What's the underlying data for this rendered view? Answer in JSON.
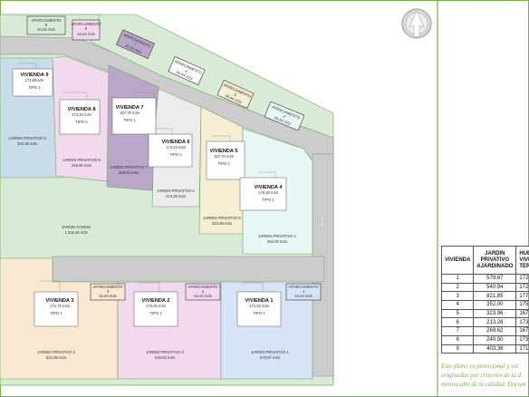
{
  "parking": [
    {
      "label": "APARCAMIENTO",
      "number": "9",
      "area": "44,44 m2s"
    },
    {
      "label": "APARCAMIENTO",
      "number": "8",
      "area": "44,44 m2s"
    },
    {
      "label": "APARCAMIENTO",
      "number": "7",
      "area": "44,44 m2s"
    },
    {
      "label": "APARCAMIENTO",
      "number": "6",
      "area": "44,44 m2s"
    },
    {
      "label": "APARCAMIENTO",
      "number": "5",
      "area": "44,44 m2s"
    },
    {
      "label": "APARCAMIENTO",
      "number": "4",
      "area": "44,44 m2s"
    },
    {
      "label": "APARCAMIENTO",
      "number": "3",
      "area": "44,44 m2s"
    },
    {
      "label": "APARCAMIENTO",
      "number": "2",
      "area": "44,44 m2s"
    },
    {
      "label": "APARCAMIENTO",
      "number": "1",
      "area": "44,44 m2s"
    }
  ],
  "houses": [
    {
      "name": "VIVIENDA 9",
      "area": "171,60m2s",
      "type": "TIPO 2",
      "garden_label": "JARDIN PRIVATIVO 9",
      "garden_area": "403,36 m2s"
    },
    {
      "name": "VIVIENDA 8",
      "area": "173,20 m2s",
      "type": "TIPO 3",
      "garden_label": "JARDIN PRIVATIVO 8",
      "garden_area": "240,50 m2s"
    },
    {
      "name": "VIVIENDA 7",
      "area": "167,70 m2s",
      "type": "TIPO 1",
      "garden_label": "JARDIN PRIVATIVO 7",
      "garden_area": "269,62 m2s"
    },
    {
      "name": "VIVIENDA 6",
      "area": "173,23 m2s",
      "type": "TIPO 3",
      "garden_label": "JARDIN PRIVATIVO 6",
      "garden_area": "213,28 m2s"
    },
    {
      "name": "VIVIENDA 5",
      "area": "167,70 m2s",
      "type": "TIPO 2",
      "garden_label": "JARDIN PRIVATIVO 5",
      "garden_area": "323,96 m2s"
    },
    {
      "name": "VIVIENDA 4",
      "area": "175,48 m2s",
      "type": "TIPO 2",
      "garden_label": "JARDIN PRIVATIVO 4",
      "garden_area": "352,00 m2s"
    },
    {
      "name": "VIVIENDA 3",
      "area": "171,72 m2s",
      "type": "TIPO 1",
      "garden_label": "JARDIN PRIVATIVO 3",
      "garden_area": "821,85 m2s"
    },
    {
      "name": "VIVIENDA 2",
      "area": "172,02 m2s",
      "type": "TIPO 1",
      "garden_label": "JARDIN PRIVATIVO 2",
      "garden_area": "540,94 m2s"
    },
    {
      "name": "VIVIENDA 1",
      "area": "172,02 m2s",
      "type": "TIPO 1",
      "garden_label": "JARDIN PRIVATIVO 1",
      "garden_area": "579,67 m2s"
    }
  ],
  "common": {
    "label": "JARDIN COMUN",
    "area": "1.316,46 m2s"
  },
  "table": {
    "headers": [
      "VIVIENDA",
      "JARDIN PRIVATIVO AJARDINADO",
      "HUE VIVIE TERRA"
    ],
    "rows": [
      [
        "1",
        "579,67",
        "172"
      ],
      [
        "2",
        "540,94",
        "172"
      ],
      [
        "3",
        "821,85",
        "177"
      ],
      [
        "4",
        "352,00",
        "175"
      ],
      [
        "5",
        "323,96",
        "167"
      ],
      [
        "6",
        "213,28",
        "173"
      ],
      [
        "7",
        "269,62",
        "167"
      ],
      [
        "8",
        "240,50",
        "173"
      ],
      [
        "9",
        "403,36",
        "171"
      ]
    ]
  },
  "note": [
    "Este plano es provisional y est",
    "originadas por criterios de la d",
    "menoscabo de la calidad. Docum"
  ],
  "colors": {
    "road": "#cccccc",
    "common": "#d9ead7",
    "border_green": "#6fa85a",
    "v9": "#c8dcea",
    "v8": "#f2d9ee",
    "v7": "#b9a6c9",
    "v6": "#ececec",
    "v5": "#f6eed2",
    "v4": "#e6f7f4",
    "v3": "#f8e8d2",
    "v2": "#f2d9ee",
    "v1": "#d7e4f7"
  },
  "icons": {
    "north": "north-arrow-icon"
  }
}
